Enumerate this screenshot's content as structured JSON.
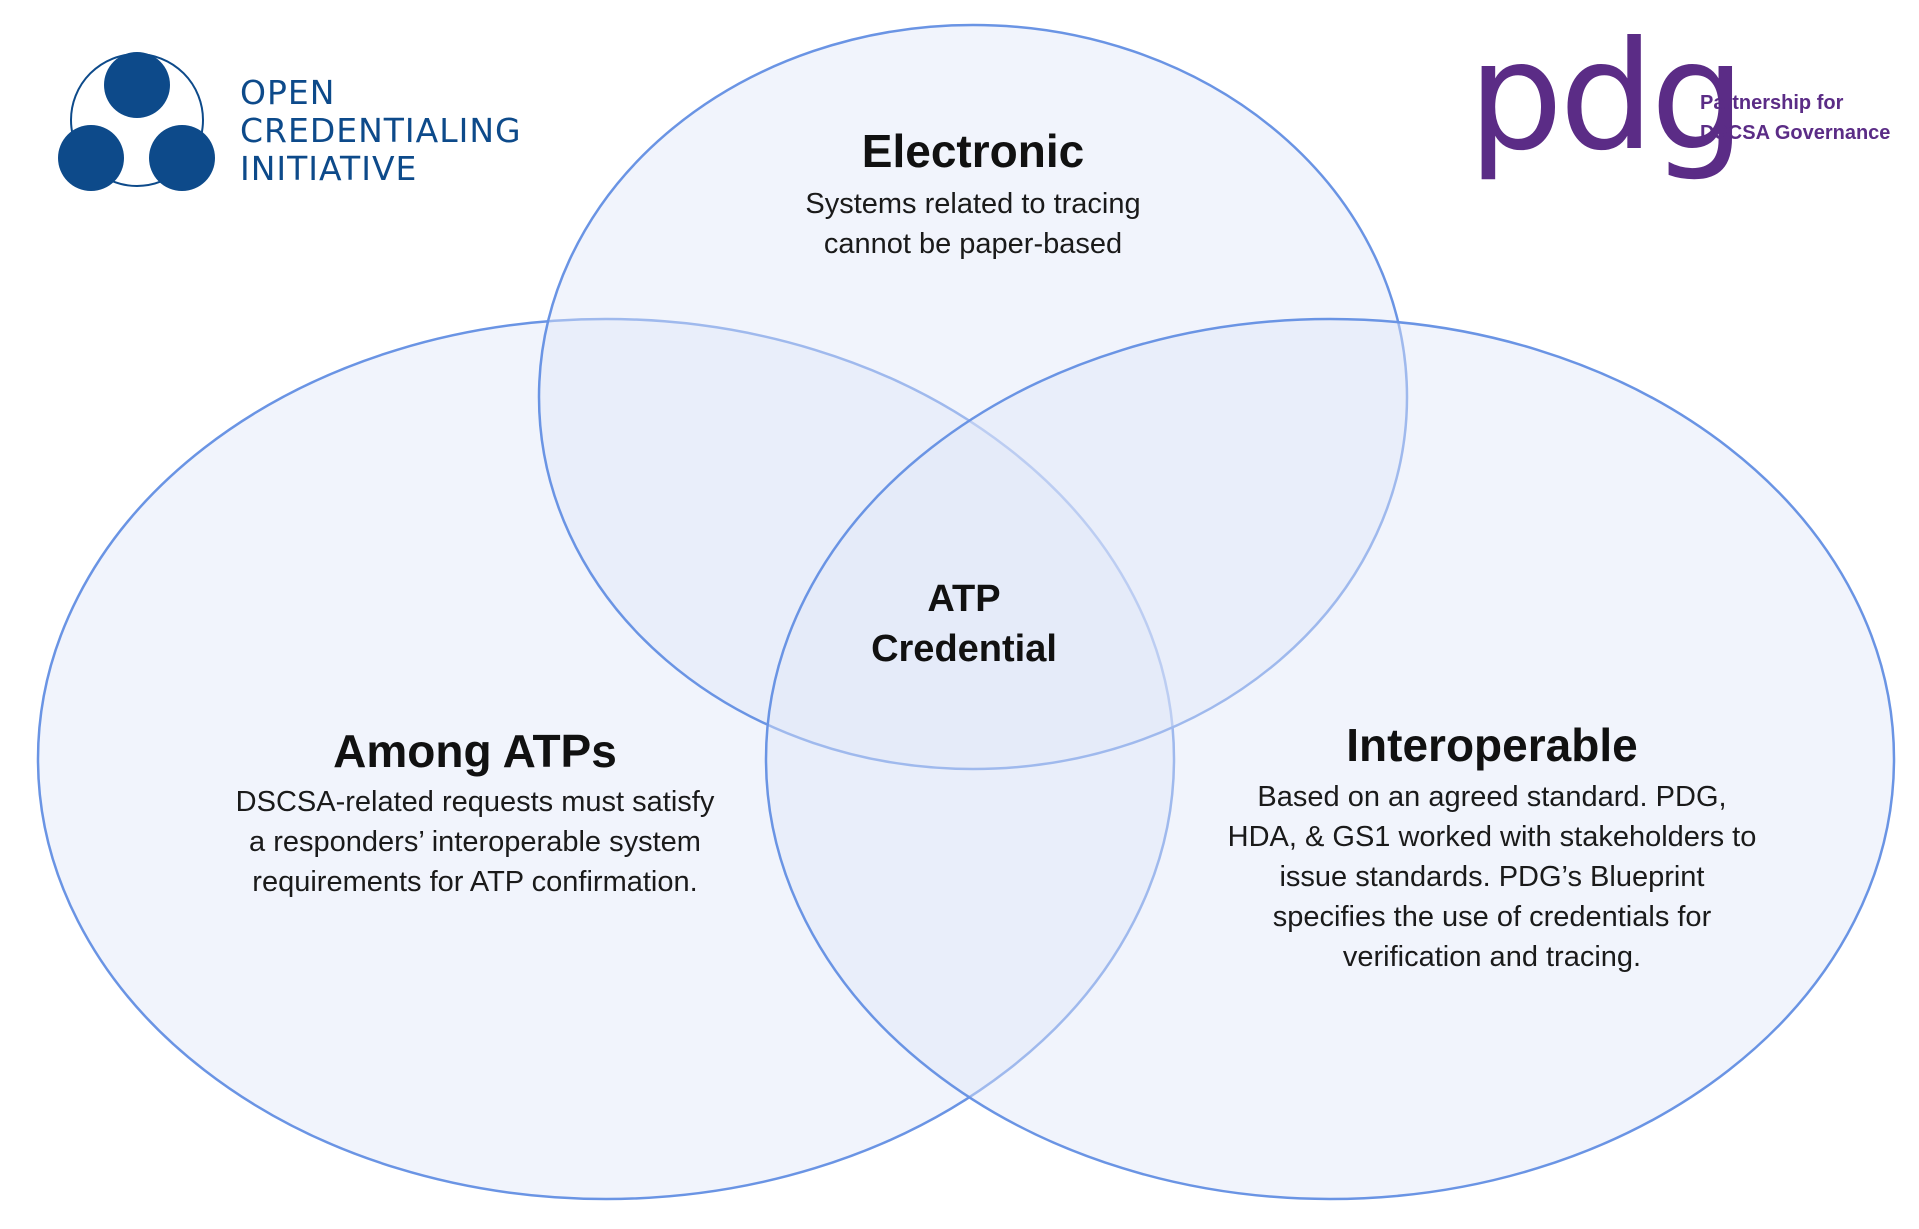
{
  "logos": {
    "oci": {
      "line1": "OPEN",
      "line2": "CREDENTIALING",
      "line3": "INITIATIVE"
    },
    "pdg": {
      "word": "pdg",
      "sub1": "Partnership for",
      "sub2": "DSCSA Governance"
    }
  },
  "circles": {
    "electronic": {
      "title": "Electronic",
      "body1": "Systems related to tracing",
      "body2": "cannot be paper-based"
    },
    "among": {
      "title": "Among ATPs",
      "body1": "DSCSA-related requests must satisfy",
      "body2": "a responders’ interoperable system",
      "body3": "requirements for ATP confirmation."
    },
    "interoperable": {
      "title": "Interoperable",
      "body1": "Based on an agreed standard. PDG,",
      "body2": "HDA, & GS1 worked with stakeholders to",
      "body3": "issue standards. PDG’s Blueprint",
      "body4": "specifies the use of credentials for",
      "body5": "verification and tracing."
    }
  },
  "center": {
    "line1": "ATP",
    "line2": "Credential"
  },
  "colors": {
    "circle_stroke": "#6a94e4",
    "circle_fill": "#dfe7f8",
    "oci_blue": "#0d4a8a",
    "pdg_purple": "#5b2c86"
  }
}
